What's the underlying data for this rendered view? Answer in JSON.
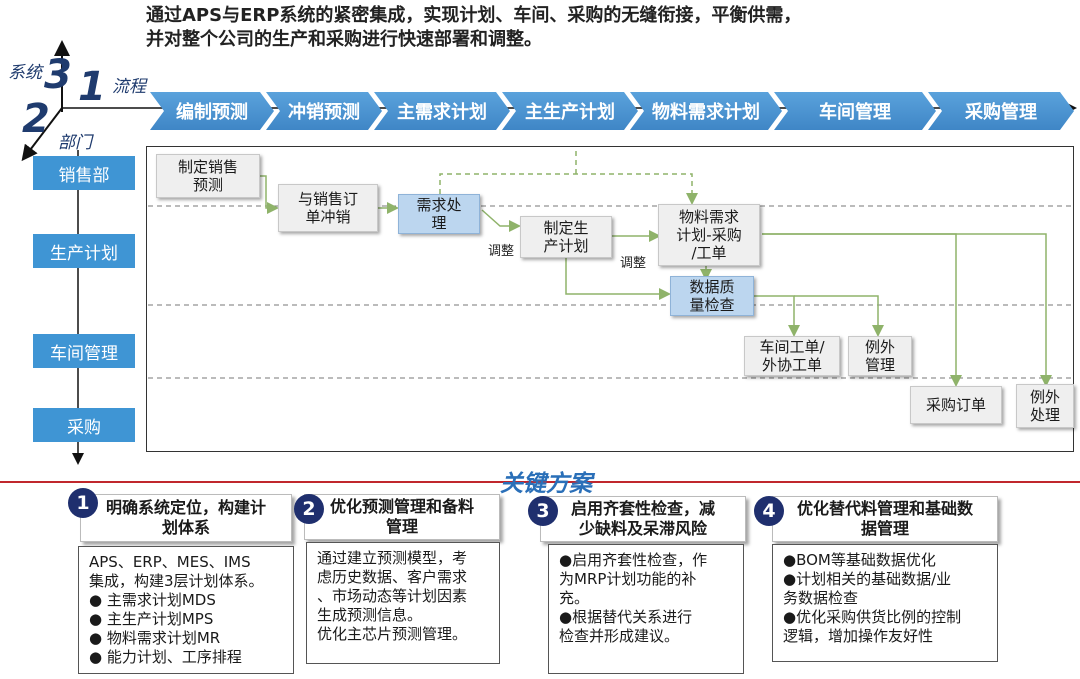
{
  "intro": {
    "line1": "通过APS与ERP系统的紧密集成，实现计划、车间、采购的无缝衔接，平衡供需，",
    "line2": "并对整个公司的生产和采购进行快速部署和调整。"
  },
  "axes": {
    "system": "系统",
    "flow": "流程",
    "department": "部门",
    "n3": "3",
    "n1": "1",
    "n2": "2"
  },
  "chevrons": [
    "编制预测",
    "冲销预测",
    "主需求计划",
    "主生产计划",
    "物料需求计划",
    "车间管理",
    "采购管理"
  ],
  "departments": [
    "销售部",
    "生产计划",
    "车间管理",
    "采购"
  ],
  "nodes": {
    "forecast": [
      "制定销售",
      "预测"
    ],
    "offset": [
      "与销售订",
      "单冲销"
    ],
    "demand": [
      "需求处",
      "理"
    ],
    "mps": [
      "制定生",
      "产计划"
    ],
    "mrp": [
      "物料需求",
      "计划-采购",
      "/工单"
    ],
    "quality": [
      "数据质",
      "量检查"
    ],
    "workorder": [
      "车间工单/",
      "外协工单"
    ],
    "exception_mgmt": [
      "例外",
      "管理"
    ],
    "po": "采购订单",
    "exception_handle": [
      "例外",
      "处理"
    ],
    "adjust1": "调整",
    "adjust2": "调整"
  },
  "key_title": "关键方案",
  "cards": [
    {
      "num": "1",
      "title": [
        "明确系统定位，构建计",
        "划体系"
      ],
      "lines": [
        "APS、ERP、MES、IMS",
        "集成，构建3层计划体系。",
        "●  主需求计划MDS",
        "●  主生产计划MPS",
        "●  物料需求计划MR",
        "●  能力计划、工序排程"
      ]
    },
    {
      "num": "2",
      "title": [
        "优化预测管理和备料",
        "管理"
      ],
      "lines": [
        "通过建立预测模型，考",
        "虑历史数据、客户需求",
        "、市场动态等计划因素",
        "生成预测信息。",
        "优化主芯片预测管理。"
      ]
    },
    {
      "num": "3",
      "title": [
        "启用齐套性检查，减",
        "少缺料及呆滞风险"
      ],
      "lines": [
        "●启用齐套性检查，作",
        "为MRP计划功能的补",
        "充。",
        "●根据替代关系进行",
        "检查并形成建议。"
      ]
    },
    {
      "num": "4",
      "title": [
        "优化替代料管理和基础数",
        "据管理"
      ],
      "lines": [
        "●BOM等基础数据优化",
        "●计划相关的基础数据/业",
        "务数据检查",
        "●优化采购供货比例的控制",
        "逻辑，增加操作友好性"
      ]
    }
  ],
  "colors": {
    "chevron": "#4a93d2",
    "dept": "#3f95d4",
    "flow_line": "#8fb36a",
    "badge": "#1f2f6e",
    "key_title": "#2a6fb8",
    "red_line": "#c0272d"
  }
}
